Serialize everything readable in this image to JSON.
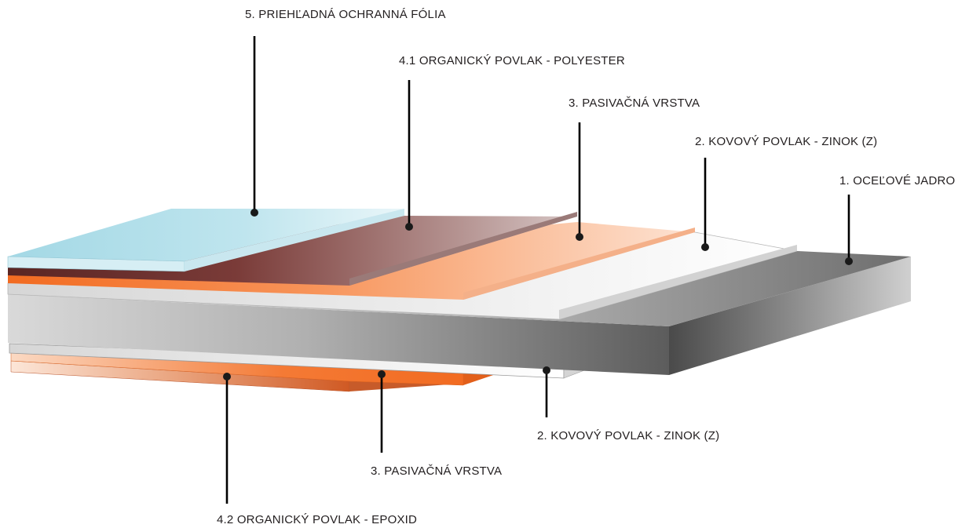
{
  "diagram": {
    "labels": {
      "protective_film": "5. PRIEHĽADNÁ OCHRANNÁ FÓLIA",
      "polyester_coating": "4.1 ORGANICKÝ POVLAK - POLYESTER",
      "passivation_top": "3. PASIVAČNÁ VRSTVA",
      "zinc_top": "2. KOVOVÝ POVLAK - ZINOK (Z)",
      "steel_core": "1. OCEĽOVÉ JADRO",
      "zinc_bottom": "2. KOVOVÝ POVLAK - ZINOK (Z)",
      "passivation_bottom": "3. PASIVAČNÁ VRSTVA",
      "epoxy_coating": "4.2 ORGANICKÝ POVLAK - EPOXID"
    },
    "colors": {
      "film": "#a9dbe6",
      "polyester": "#6b2f2c",
      "passivation": "#f26b21",
      "zinc": "#e6e6e6",
      "steel": "#7a7a7a",
      "epoxy": "#e0875a"
    }
  }
}
